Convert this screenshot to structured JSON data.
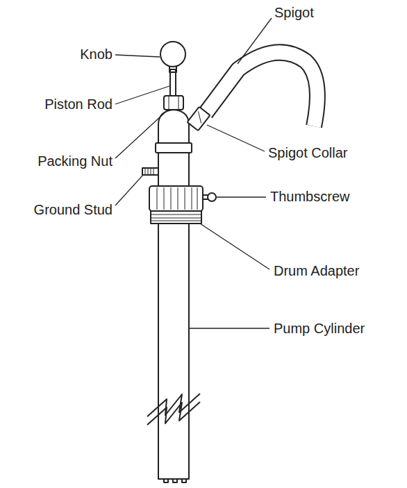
{
  "diagram": {
    "labels": [
      "Spigot",
      "Knob",
      "Piston Rod",
      "Packing Nut",
      "Spigot Collar",
      "Ground Stud",
      "Thumbscrew",
      "Drum Adapter",
      "Pump Cylinder"
    ]
  }
}
